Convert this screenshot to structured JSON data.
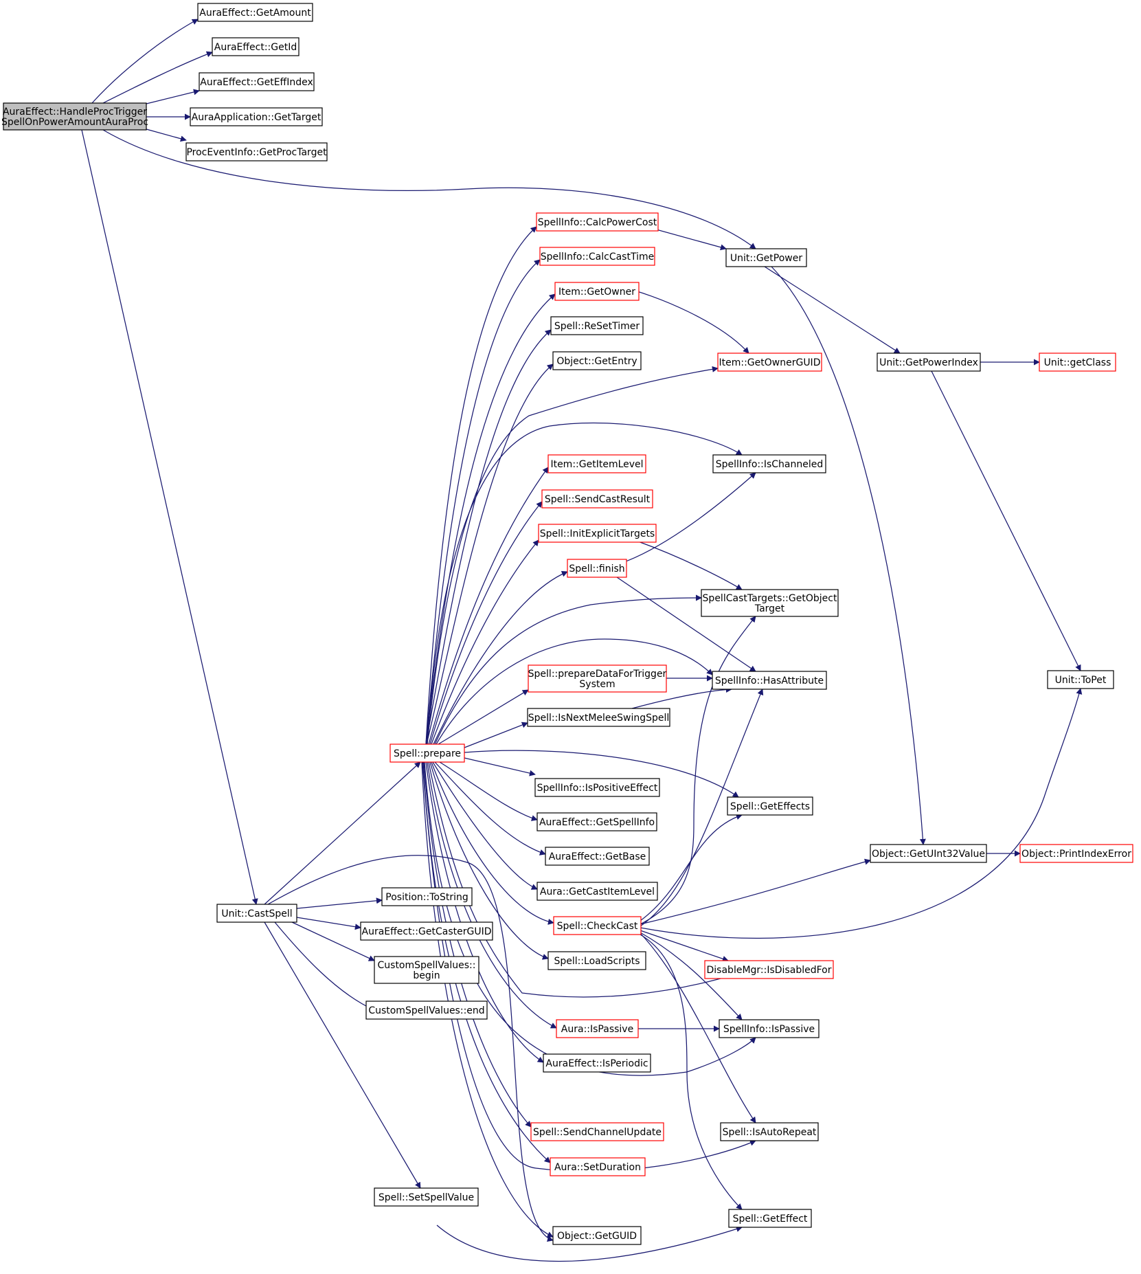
{
  "colors": {
    "edge": "#191970",
    "border_normal": "#000000",
    "border_truncated": "#ff0000",
    "root_fill": "#bfbfbf",
    "node_fill": "#ffffff"
  },
  "nodes": [
    {
      "id": "root",
      "kind": "root",
      "lines": [
        "AuraEffect::HandleProcTrigger",
        "SpellOnPowerAmountAuraProc"
      ]
    },
    {
      "id": "getAmount",
      "kind": "normal",
      "lines": [
        "AuraEffect::GetAmount"
      ]
    },
    {
      "id": "getId",
      "kind": "normal",
      "lines": [
        "AuraEffect::GetId"
      ]
    },
    {
      "id": "getEffIndex",
      "kind": "normal",
      "lines": [
        "AuraEffect::GetEffIndex"
      ]
    },
    {
      "id": "getTarget",
      "kind": "normal",
      "lines": [
        "AuraApplication::GetTarget"
      ]
    },
    {
      "id": "getProcTarget",
      "kind": "normal",
      "lines": [
        "ProcEventInfo::GetProcTarget"
      ]
    },
    {
      "id": "calcPowerCost",
      "kind": "truncated",
      "lines": [
        "SpellInfo::CalcPowerCost"
      ]
    },
    {
      "id": "unitGetPower",
      "kind": "normal",
      "lines": [
        "Unit::GetPower"
      ]
    },
    {
      "id": "calcCastTime",
      "kind": "truncated",
      "lines": [
        "SpellInfo::CalcCastTime"
      ]
    },
    {
      "id": "itemGetOwner",
      "kind": "truncated",
      "lines": [
        "Item::GetOwner"
      ]
    },
    {
      "id": "reSetTimer",
      "kind": "normal",
      "lines": [
        "Spell::ReSetTimer"
      ]
    },
    {
      "id": "getEntry",
      "kind": "normal",
      "lines": [
        "Object::GetEntry"
      ]
    },
    {
      "id": "getOwnerGUID",
      "kind": "truncated",
      "lines": [
        "Item::GetOwnerGUID"
      ]
    },
    {
      "id": "getPowerIndex",
      "kind": "normal",
      "lines": [
        "Unit::GetPowerIndex"
      ]
    },
    {
      "id": "getClass",
      "kind": "truncated",
      "lines": [
        "Unit::getClass"
      ]
    },
    {
      "id": "isChanneled",
      "kind": "normal",
      "lines": [
        "SpellInfo::IsChanneled"
      ]
    },
    {
      "id": "getItemLevel",
      "kind": "truncated",
      "lines": [
        "Item::GetItemLevel"
      ]
    },
    {
      "id": "sendCastResult",
      "kind": "truncated",
      "lines": [
        "Spell::SendCastResult"
      ]
    },
    {
      "id": "initExplicitTargets",
      "kind": "truncated",
      "lines": [
        "Spell::InitExplicitTargets"
      ]
    },
    {
      "id": "finish",
      "kind": "truncated",
      "lines": [
        "Spell::finish"
      ]
    },
    {
      "id": "getObjectTarget",
      "kind": "normal",
      "lines": [
        "SpellCastTargets::GetObject",
        "Target"
      ]
    },
    {
      "id": "prepareDataForTrigger",
      "kind": "truncated",
      "lines": [
        "Spell::prepareDataForTrigger",
        "System"
      ]
    },
    {
      "id": "hasAttribute",
      "kind": "normal",
      "lines": [
        "SpellInfo::HasAttribute"
      ]
    },
    {
      "id": "toPet",
      "kind": "normal",
      "lines": [
        "Unit::ToPet"
      ]
    },
    {
      "id": "isNextMeleeSwingSpell",
      "kind": "normal",
      "lines": [
        "Spell::IsNextMeleeSwingSpell"
      ]
    },
    {
      "id": "prepare",
      "kind": "truncated",
      "lines": [
        "Spell::prepare"
      ]
    },
    {
      "id": "isPositiveEffect",
      "kind": "normal",
      "lines": [
        "SpellInfo::IsPositiveEffect"
      ]
    },
    {
      "id": "getEffects",
      "kind": "normal",
      "lines": [
        "Spell::GetEffects"
      ]
    },
    {
      "id": "getSpellInfo",
      "kind": "normal",
      "lines": [
        "AuraEffect::GetSpellInfo"
      ]
    },
    {
      "id": "getBase",
      "kind": "normal",
      "lines": [
        "AuraEffect::GetBase"
      ]
    },
    {
      "id": "getUInt32Value",
      "kind": "normal",
      "lines": [
        "Object::GetUInt32Value"
      ]
    },
    {
      "id": "printIndexError",
      "kind": "truncated",
      "lines": [
        "Object::PrintIndexError"
      ]
    },
    {
      "id": "getCastItemLevel",
      "kind": "normal",
      "lines": [
        "Aura::GetCastItemLevel"
      ]
    },
    {
      "id": "positionToString",
      "kind": "normal",
      "lines": [
        "Position::ToString"
      ]
    },
    {
      "id": "castSpell",
      "kind": "normal",
      "lines": [
        "Unit::CastSpell"
      ]
    },
    {
      "id": "checkCast",
      "kind": "truncated",
      "lines": [
        "Spell::CheckCast"
      ]
    },
    {
      "id": "getCasterGUID",
      "kind": "normal",
      "lines": [
        "AuraEffect::GetCasterGUID"
      ]
    },
    {
      "id": "isDisabledFor",
      "kind": "truncated",
      "lines": [
        "DisableMgr::IsDisabledFor"
      ]
    },
    {
      "id": "loadScripts",
      "kind": "normal",
      "lines": [
        "Spell::LoadScripts"
      ]
    },
    {
      "id": "csvBegin",
      "kind": "normal",
      "lines": [
        "CustomSpellValues::",
        "begin"
      ]
    },
    {
      "id": "csvEnd",
      "kind": "normal",
      "lines": [
        "CustomSpellValues::end"
      ]
    },
    {
      "id": "auraIsPassive",
      "kind": "truncated",
      "lines": [
        "Aura::IsPassive"
      ]
    },
    {
      "id": "spellInfoIsPassive",
      "kind": "normal",
      "lines": [
        "SpellInfo::IsPassive"
      ]
    },
    {
      "id": "isPeriodic",
      "kind": "normal",
      "lines": [
        "AuraEffect::IsPeriodic"
      ]
    },
    {
      "id": "sendChannelUpdate",
      "kind": "truncated",
      "lines": [
        "Spell::SendChannelUpdate"
      ]
    },
    {
      "id": "isAutoRepeat",
      "kind": "normal",
      "lines": [
        "Spell::IsAutoRepeat"
      ]
    },
    {
      "id": "setDuration",
      "kind": "truncated",
      "lines": [
        "Aura::SetDuration"
      ]
    },
    {
      "id": "setSpellValue",
      "kind": "normal",
      "lines": [
        "Spell::SetSpellValue"
      ]
    },
    {
      "id": "getEffect",
      "kind": "normal",
      "lines": [
        "Spell::GetEffect"
      ]
    },
    {
      "id": "getGUID",
      "kind": "normal",
      "lines": [
        "Object::GetGUID"
      ]
    }
  ]
}
